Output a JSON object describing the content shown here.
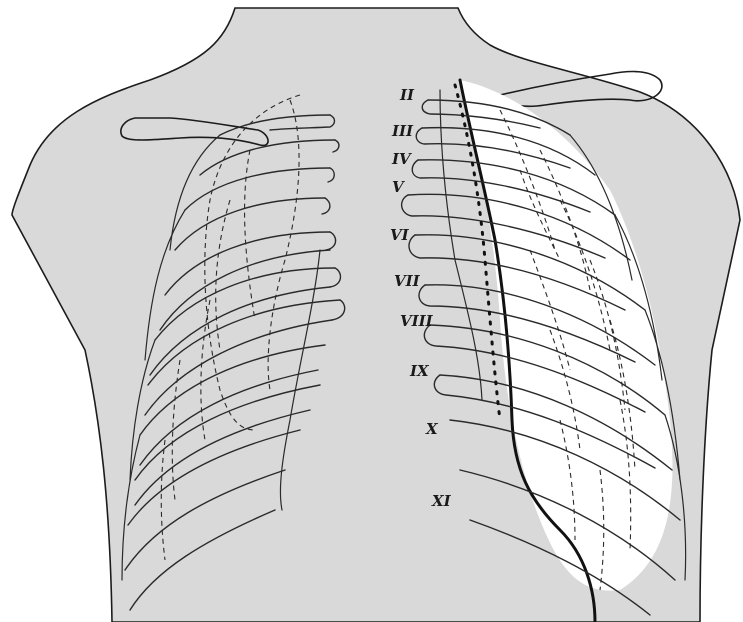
{
  "figure": {
    "rib_labels": [
      "II",
      "III",
      "IV",
      "V",
      "VI",
      "VII",
      "VIII",
      "IX",
      "X",
      "XI"
    ],
    "colors": {
      "body_fill": "#d9d9d9",
      "lung_window": "#ffffff",
      "line": "#1c1c1c"
    }
  }
}
